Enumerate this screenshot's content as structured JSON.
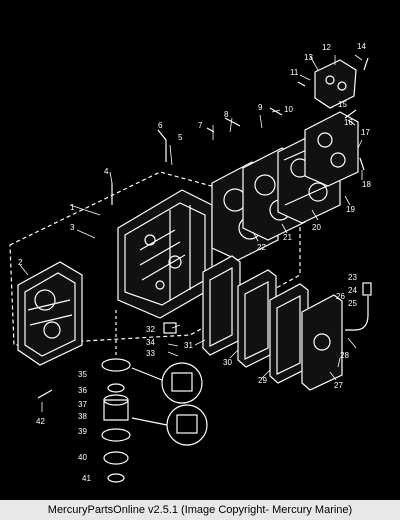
{
  "callouts": [
    "1",
    "2",
    "3",
    "4",
    "5",
    "6",
    "7",
    "8",
    "9",
    "10",
    "11",
    "12",
    "13",
    "14",
    "15",
    "16",
    "17",
    "18",
    "19",
    "20",
    "21",
    "22",
    "23",
    "24",
    "25",
    "26",
    "27",
    "28",
    "29",
    "30",
    "31",
    "32",
    "33",
    "34",
    "35",
    "36",
    "37",
    "38",
    "39",
    "40",
    "41",
    "42"
  ],
  "footer": {
    "caption": "MercuryPartsOnline v2.5.1 (Image Copyright- Mercury Marine)"
  },
  "colors": {
    "background": "#000000",
    "line": "#ffffff",
    "caption_bg": "#e8e8e8"
  }
}
